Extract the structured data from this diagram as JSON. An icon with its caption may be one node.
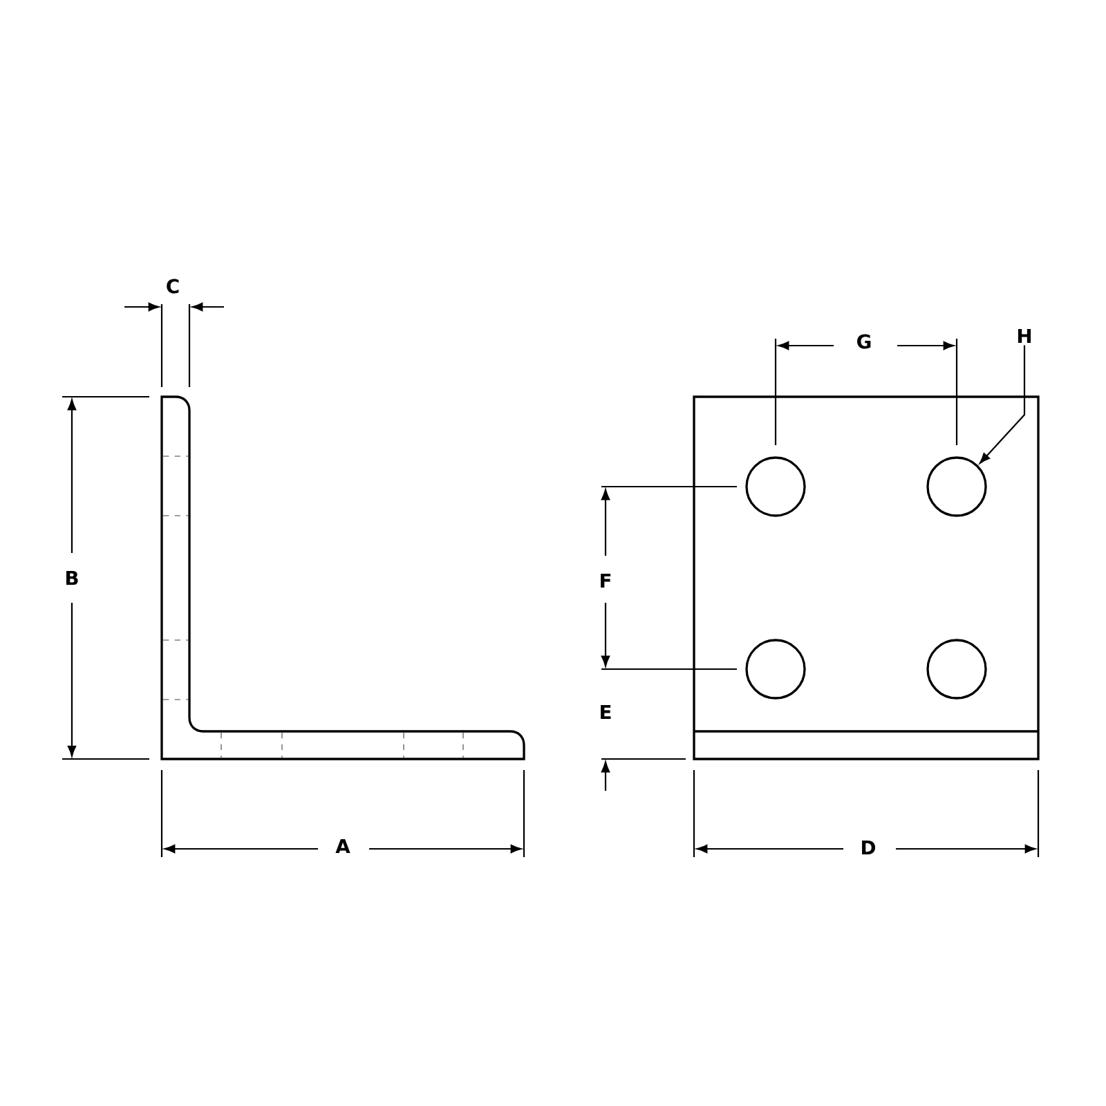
{
  "diagram": {
    "nodes": [
      {
        "text": [
          "H"
        ]
      },
      {
        "text": [],
        "shape": "circle"
      }
    ],
    "edges": [
      {
        "from": 0,
        "to": 1,
        "arrow": "to"
      }
    ],
    "labels": [
      "C",
      "G",
      "B",
      "F",
      "E",
      "A",
      "D"
    ]
  }
}
